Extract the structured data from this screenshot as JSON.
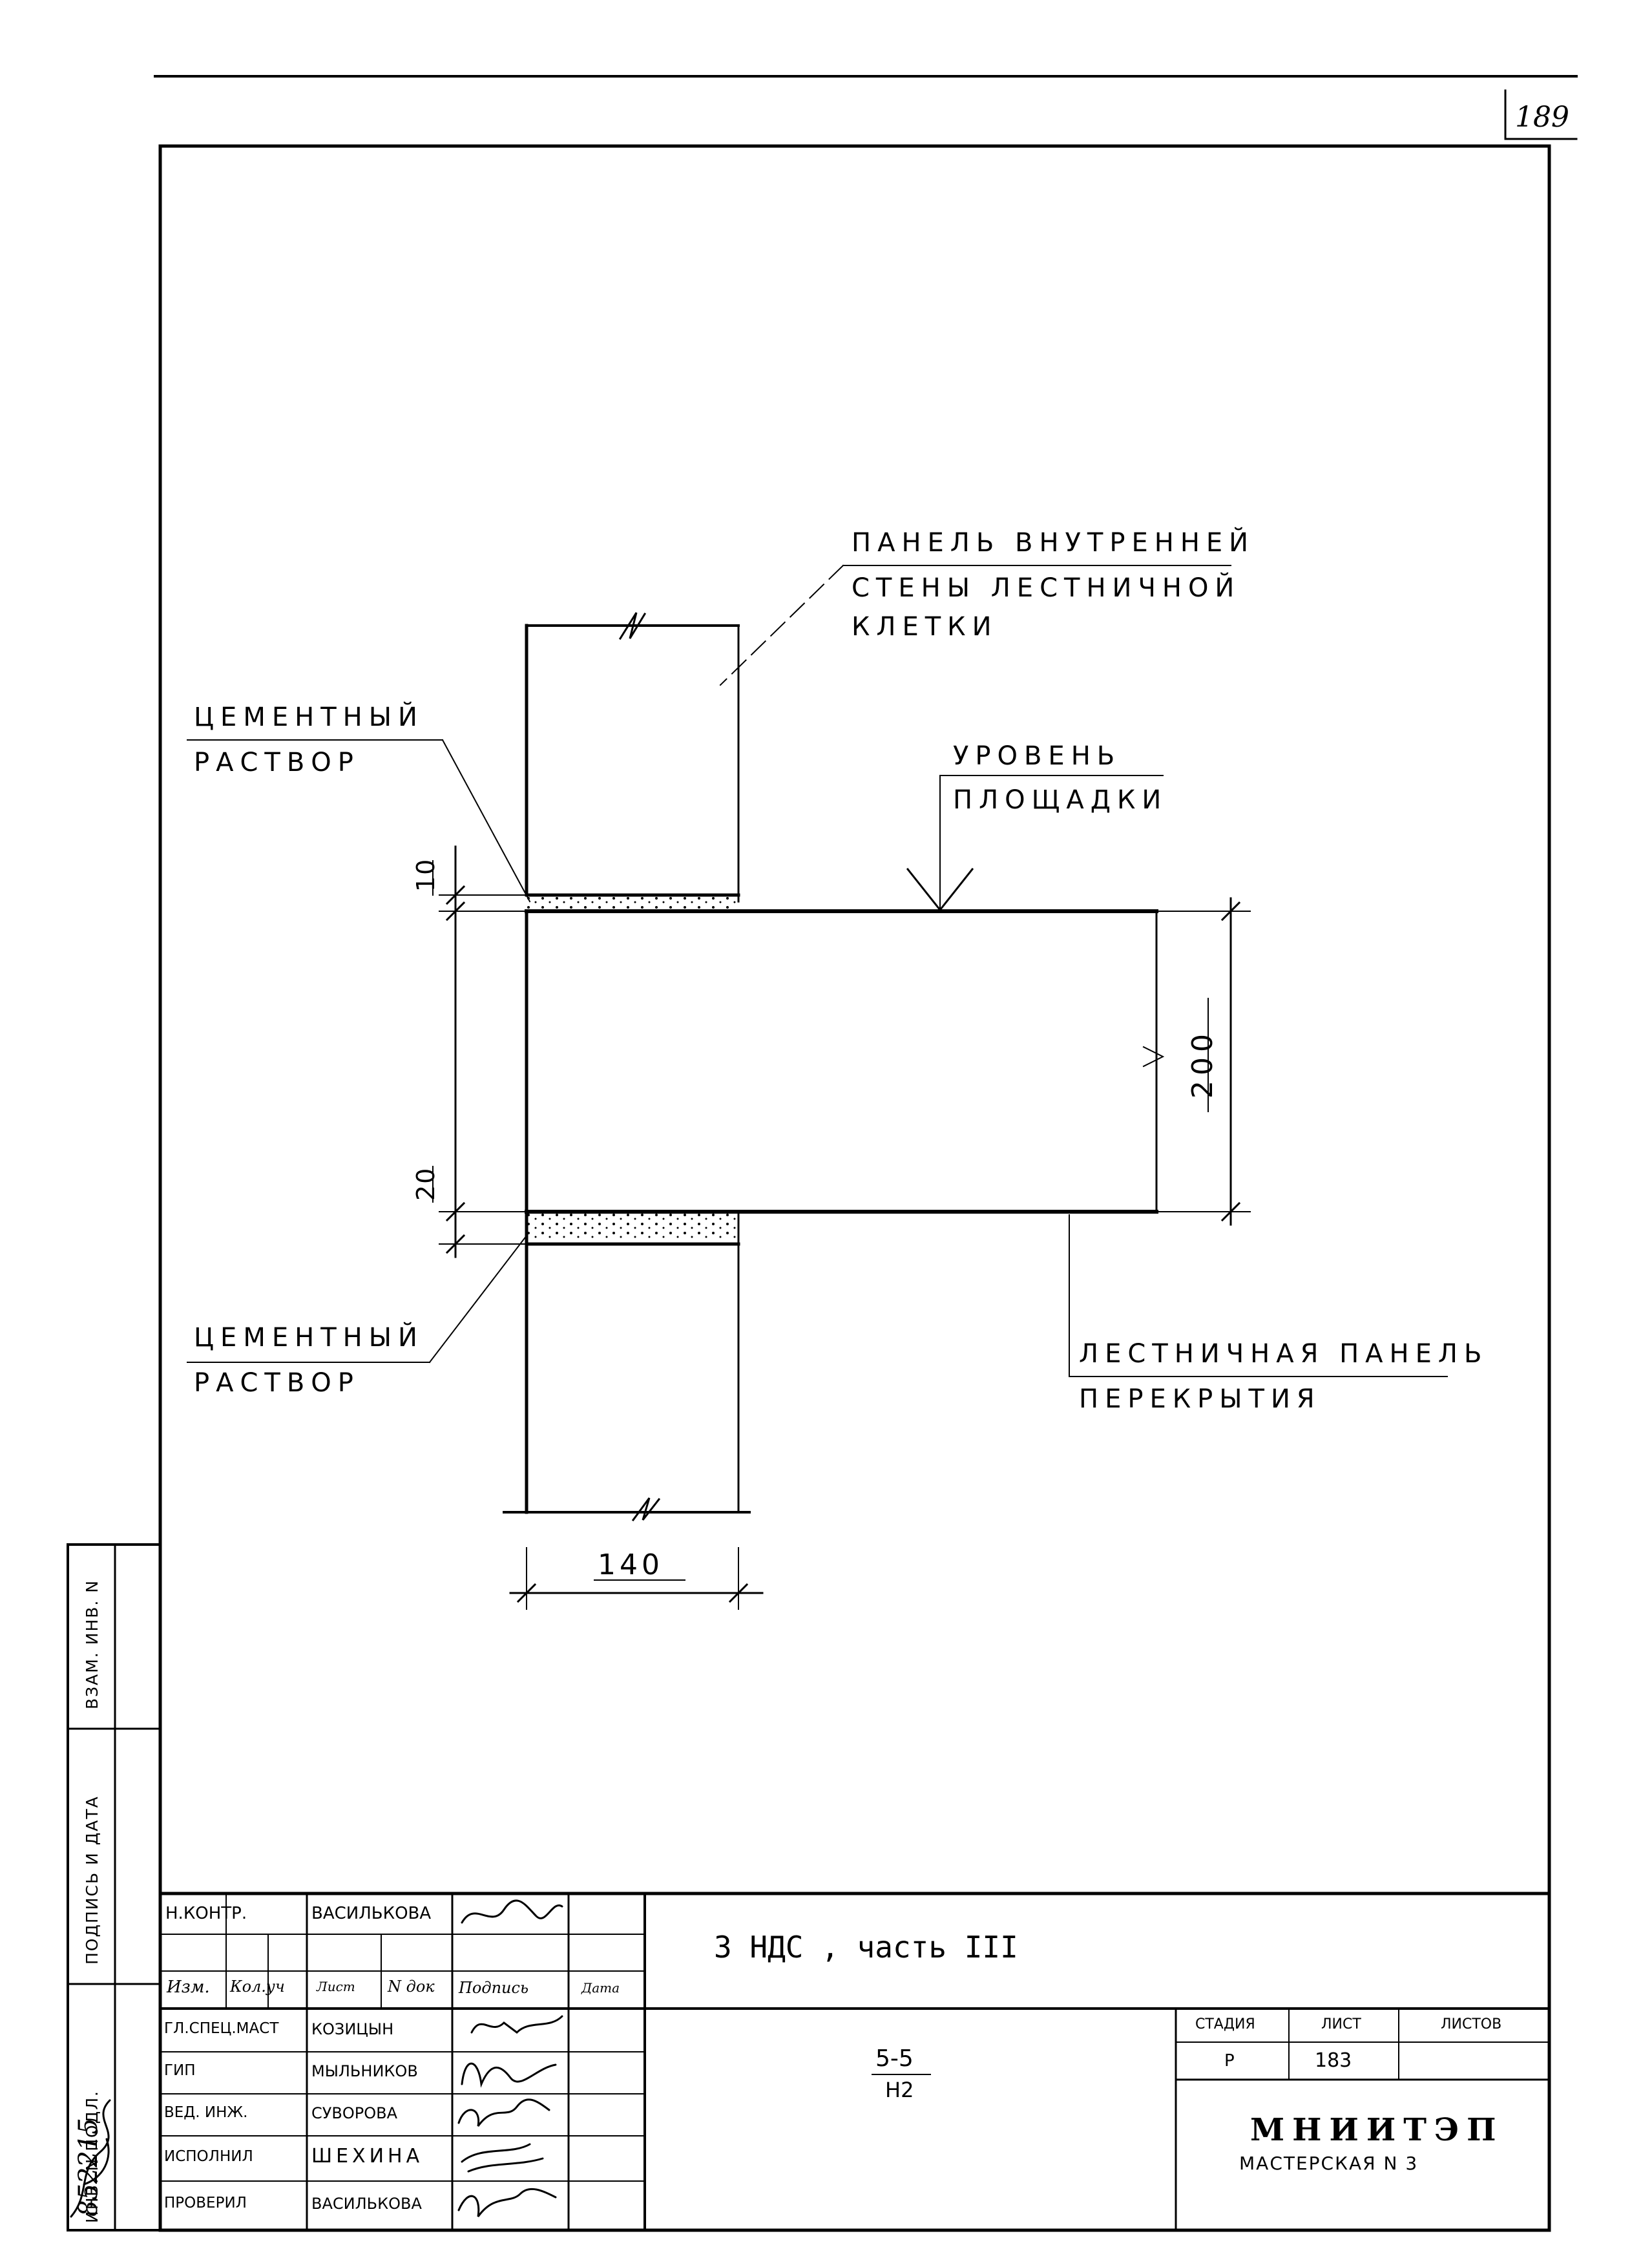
{
  "sheet_number": "189",
  "labels": {
    "panel_wall": [
      "ПАНЕЛЬ ВНУТРЕННЕЙ",
      "СТЕНЫ ЛЕСТНИЧНОЙ",
      "КЛЕТКИ"
    ],
    "mortar_top": [
      "ЦЕМЕНТНЫЙ",
      "РАСТВОР"
    ],
    "landing_level": [
      "УРОВЕНЬ",
      "ПЛОЩАДКИ"
    ],
    "mortar_bottom": [
      "ЦЕМЕНТНЫЙ",
      "РАСТВОР"
    ],
    "stair_panel": [
      "ЛЕСТНИЧНАЯ ПАНЕЛЬ",
      "ПЕРЕКРЫТИЯ"
    ]
  },
  "dimensions": {
    "top_joint": "10",
    "bottom_joint": "20",
    "slab_height": "200",
    "wall_width": "140"
  },
  "side_stamp": {
    "swap_inv": "ВЗАМ. ИНВ. N",
    "sign_date": "ПОДПИСЬ И ДАТА",
    "inv_orig": "ИНВ. N ПОДЛ."
  },
  "title_block": {
    "norm_control_role": "Н.КОНТР.",
    "norm_control_name": "ВАСИЛЬКОВА",
    "headers": [
      "Изм.",
      "Кол.уч",
      "Лист",
      "N док",
      "Подпись",
      "Дата"
    ],
    "rows": [
      {
        "role": "ГЛ.СПЕЦ.МАСТ",
        "name": "КОЗИЦЫН"
      },
      {
        "role": "ГИП",
        "name": "МЫЛЬНИКОВ"
      },
      {
        "role": "ВЕД. ИНЖ.",
        "name": "СУВОРОВА"
      },
      {
        "role": "ИСПОЛНИЛ",
        "name": "ШЕХИНА"
      },
      {
        "role": "ПРОВЕРИЛ",
        "name": "ВАСИЛЬКОВА"
      }
    ],
    "project": "3 НДС , часть III",
    "node_top": "5-5",
    "node_bottom": "Н2",
    "stage_label": "СТАДИЯ",
    "sheet_label": "ЛИСТ",
    "sheets_label": "ЛИСТОВ",
    "stage_value": "Р",
    "sheet_value": "183",
    "org": "МНИИТЭП",
    "workshop": "МАСТЕРСКАЯ N 3"
  }
}
